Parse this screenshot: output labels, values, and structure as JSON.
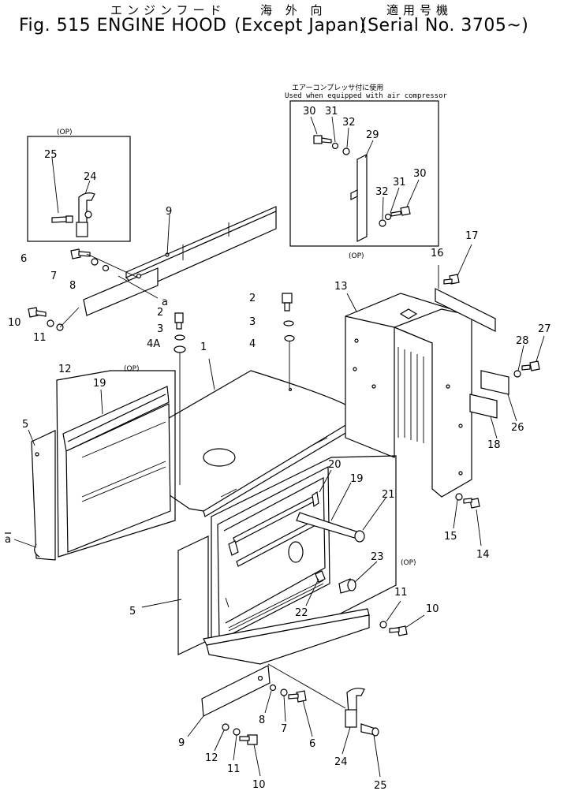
{
  "header": {
    "jp_row": [
      "エンジンフード",
      "海 外 向",
      "適用号機"
    ],
    "en_row": [
      "Fig. 515 ENGINE HOOD",
      "Except Japan",
      "Serial No. 3705~"
    ]
  },
  "notes": {
    "air_comp_jp": "エアーコンプレッサ付に使用",
    "air_comp_en": "Used when equipped with air compressor",
    "op": "(OP)"
  },
  "callouts": {
    "c1": "1",
    "c2": "2",
    "c3": "3",
    "c4": "4",
    "c4a": "4A",
    "c5": "5",
    "c6": "6",
    "c7": "7",
    "c8": "8",
    "c9": "9",
    "c10": "10",
    "c11": "11",
    "c12": "12",
    "c13": "13",
    "c14": "14",
    "c15": "15",
    "c16": "16",
    "c17": "17",
    "c18": "18",
    "c19": "19",
    "c20": "20",
    "c21": "21",
    "c22": "22",
    "c23": "23",
    "c24": "24",
    "c25": "25",
    "c26": "26",
    "c27": "27",
    "c28": "28",
    "c29": "29",
    "c30": "30",
    "c31": "31",
    "c32": "32",
    "ca": "a"
  }
}
